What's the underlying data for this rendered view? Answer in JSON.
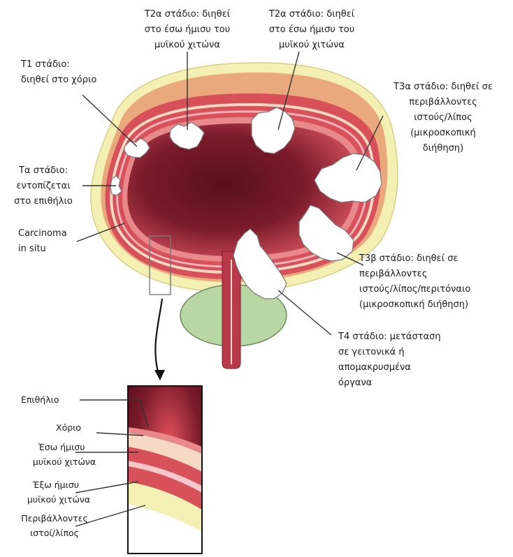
{
  "colors": {
    "fat": "#f4efb2",
    "fat_edge": "#d8cf86",
    "outer_muscle": "#e9a97d",
    "inner_muscle": "#d8505a",
    "lamina": "#f6d9c4",
    "epithelium": "#e88a8c",
    "lumen_light": "#d6525e",
    "lumen_dark": "#5a0f1c",
    "prostate": "#b9d7a4",
    "prostate_edge": "#6d8a59",
    "urethra": "#b83a48"
  },
  "labels": {
    "t1": [
      "T1 στάδιο:",
      "διηθεί στο χόριο"
    ],
    "t2a_left": [
      "T2α στάδιο: διηθεί",
      "στο έσω ήμισυ του",
      "μυϊκού χιτώνα"
    ],
    "t2a_right": [
      "T2α στάδιο: διηθεί",
      "στο έσω ήμισυ του",
      "μυϊκού χιτώνα"
    ],
    "t3a": [
      "T3α στάδιο: διηθεί σε",
      "περιβάλλοντες",
      "ιστούς/λίπος",
      "(μικροσκοπική",
      "διήθηση)"
    ],
    "ta": [
      "Τα στάδιο:",
      "εντοπίζεται",
      "στο επιθήλιο"
    ],
    "cis": [
      "Carcinoma",
      "in situ"
    ],
    "t3b": [
      "T3β στάδιο: διηθεί σε",
      "περιβάλλοντες",
      "ιστούς/λίπος/περιτόναιο",
      "(μικροσκοπική διήθηση)"
    ],
    "t4": [
      "T4 στάδιο: μετάσταση",
      "σε γειτονικά ή",
      "απομακρυσμένα",
      "όργανα"
    ]
  },
  "inset_labels": {
    "epithelium": "Επιθήλιο",
    "chorion": "Χόριο",
    "inner_muscle": [
      "Έσω ήμισυ",
      "μυϊκού χιτώνα"
    ],
    "outer_muscle": [
      "Έξω ήμισυ",
      "μυϊκού χιτώνα"
    ],
    "fat": [
      "Περιβάλλοντες",
      "ιστοί/λίπος"
    ]
  }
}
